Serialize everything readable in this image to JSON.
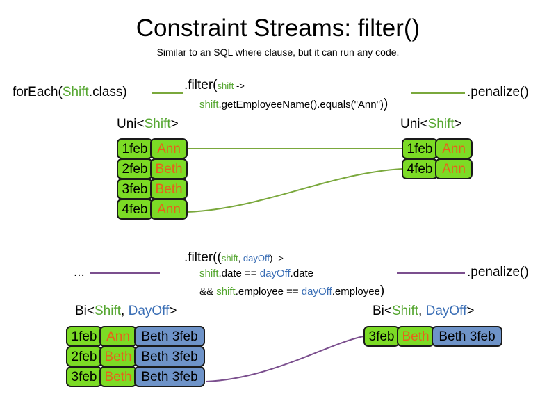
{
  "slide": {
    "title": "Constraint Streams: filter()",
    "subtitle": "Similar to an SQL where clause, but it can run any code."
  },
  "pipeline_uni": {
    "source_prefix": "forEach(",
    "source_type": "Shift",
    "source_suffix": ".class)",
    "filter_open": ".filter(",
    "lambda_param": "shift",
    "lambda_arrow": " ->",
    "body_var": "shift",
    "body_rest": ".getEmployeeName().equals(\"Ann\")",
    "filter_close": ")",
    "penalize": ".penalize()"
  },
  "pipeline_bi": {
    "source_prefix": "...",
    "filter_open": ".filter((",
    "lambda_param1": "shift",
    "lambda_comma": ", ",
    "lambda_param2": "dayOff",
    "lambda_close_arrow": ") ->",
    "line1_var1": "shift",
    "line1_mid": ".date == ",
    "line1_var2": "dayOff",
    "line1_end": ".date",
    "line2_prefix": "&& ",
    "line2_var1": "shift",
    "line2_mid": ".employee == ",
    "line2_var2": "dayOff",
    "line2_end": ".employee",
    "filter_close": ")",
    "penalize": ".penalize()"
  },
  "uni_in": {
    "label_prefix": "Uni<",
    "label_type": "Shift",
    "label_suffix": ">",
    "rows": [
      {
        "date": "1feb",
        "name": "Ann"
      },
      {
        "date": "2feb",
        "name": "Beth"
      },
      {
        "date": "3feb",
        "name": "Beth"
      },
      {
        "date": "4feb",
        "name": "Ann"
      }
    ]
  },
  "uni_out": {
    "label_prefix": "Uni<",
    "label_type": "Shift",
    "label_suffix": ">",
    "rows": [
      {
        "date": "1feb",
        "name": "Ann"
      },
      {
        "date": "4feb",
        "name": "Ann"
      }
    ]
  },
  "bi_in": {
    "label_prefix": "Bi<",
    "label_type1": "Shift",
    "label_comma": ", ",
    "label_type2": "DayOff",
    "label_suffix": ">",
    "rows": [
      {
        "date": "1feb",
        "name": "Ann",
        "pair": "Beth 3feb"
      },
      {
        "date": "2feb",
        "name": "Beth",
        "pair": "Beth 3feb"
      },
      {
        "date": "3feb",
        "name": "Beth",
        "pair": "Beth 3feb"
      }
    ]
  },
  "bi_out": {
    "label_prefix": "Bi<",
    "label_type1": "Shift",
    "label_comma": ", ",
    "label_type2": "DayOff",
    "label_suffix": ">",
    "rows": [
      {
        "date": "3feb",
        "name": "Beth",
        "pair": "Beth 3feb"
      }
    ]
  },
  "colors": {
    "green_cell": "#7cdb25",
    "blue_cell": "#6e93c8",
    "name_text": "#e8601c",
    "code_green": "#55a630",
    "code_blue": "#3a6eb5",
    "line_green": "#7aa83c",
    "line_purple": "#7b4f8e"
  }
}
